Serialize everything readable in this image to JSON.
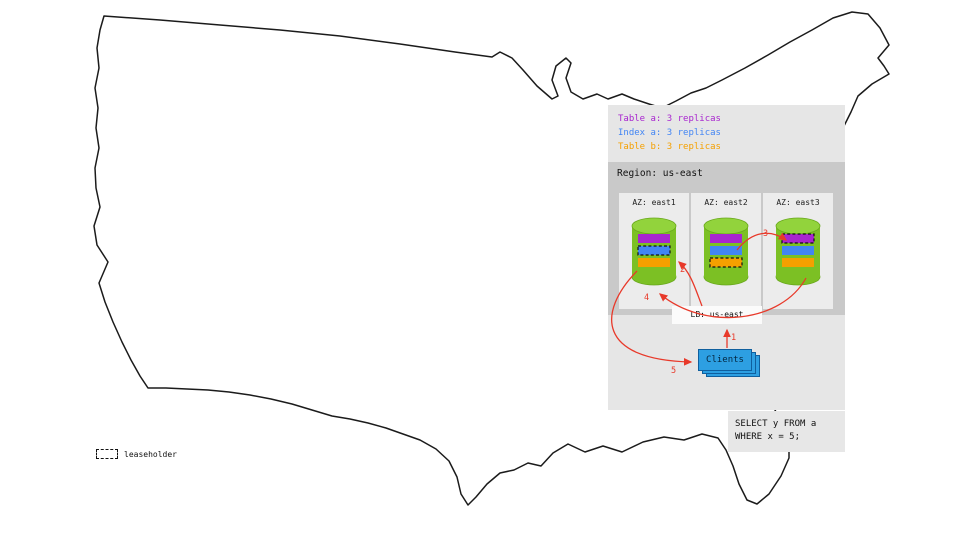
{
  "legend": {
    "items": [
      {
        "text": "Table a: 3 replicas",
        "color": "#a825cf"
      },
      {
        "text": "Index a: 3 replicas",
        "color": "#4285f4"
      },
      {
        "text": "Table b: 3 replicas",
        "color": "#f5a000"
      }
    ]
  },
  "region": {
    "label": "Region: us-east",
    "azs": [
      {
        "label": "AZ: east1",
        "leaseholder": "index_a"
      },
      {
        "label": "AZ: east2",
        "leaseholder": "table_b"
      },
      {
        "label": "AZ: east3",
        "leaseholder": "table_a"
      }
    ]
  },
  "lb": {
    "label": "LB: us-east"
  },
  "clients": {
    "label": "Clients"
  },
  "sql": {
    "lines": [
      "SELECT y FROM a",
      "WHERE x = 5;"
    ]
  },
  "map_legend": {
    "leaseholder_label": "leaseholder"
  },
  "arrows": {
    "labels": [
      "1",
      "2",
      "3",
      "4",
      "5"
    ],
    "color": "#e8392a"
  },
  "colors": {
    "table_a": "#a825cf",
    "index_a": "#4285f4",
    "table_b": "#f5a000",
    "database_green": "#7cc024",
    "database_green_top": "#92d33c",
    "clients_blue": "#2d9fe2",
    "arrow_red": "#e8392a"
  }
}
